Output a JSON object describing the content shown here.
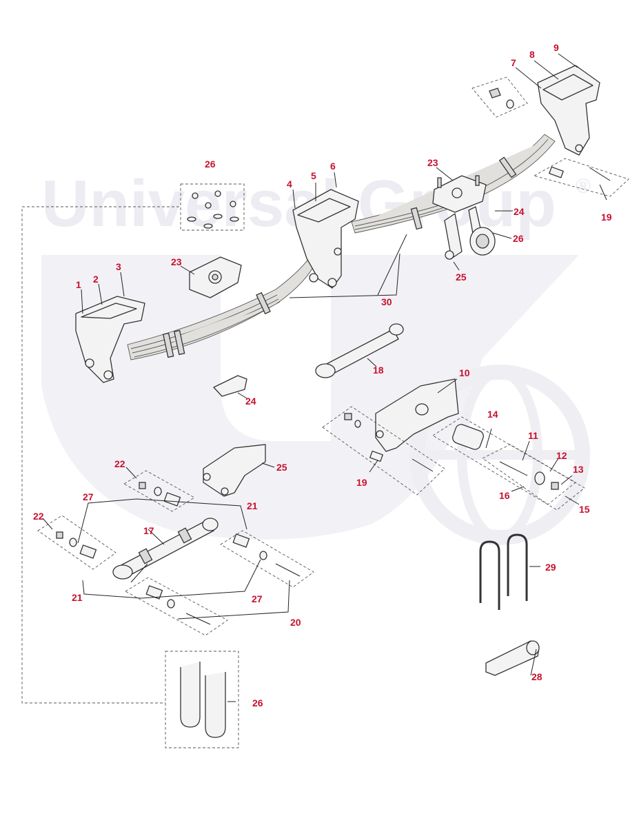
{
  "watermark": {
    "text": "Universal Group",
    "registered_mark": "®"
  },
  "callouts": {
    "c1": "1",
    "c2": "2",
    "c3": "3",
    "c4": "4",
    "c5": "5",
    "c6": "6",
    "c7": "7",
    "c8": "8",
    "c9": "9",
    "c10": "10",
    "c11": "11",
    "c12": "12",
    "c13": "13",
    "c14": "14",
    "c15": "15",
    "c16": "16",
    "c17": "17",
    "c18": "18",
    "c19a": "19",
    "c19b": "19",
    "c20": "20",
    "c21a": "21",
    "c21b": "21",
    "c22a": "22",
    "c22b": "22",
    "c23a": "23",
    "c23b": "23",
    "c24a": "24",
    "c24b": "24",
    "c25a": "25",
    "c25b": "25",
    "c26a": "26",
    "c26b": "26",
    "c26c": "26",
    "c27a": "27",
    "c27b": "27",
    "c28": "28",
    "c29": "29",
    "c30": "30"
  },
  "colors": {
    "callout": "#c8102e",
    "line": "#333333",
    "part_fill": "#f3f3f3",
    "leaf_fill": "#e2e0dc",
    "watermark": "#ecebf1"
  }
}
